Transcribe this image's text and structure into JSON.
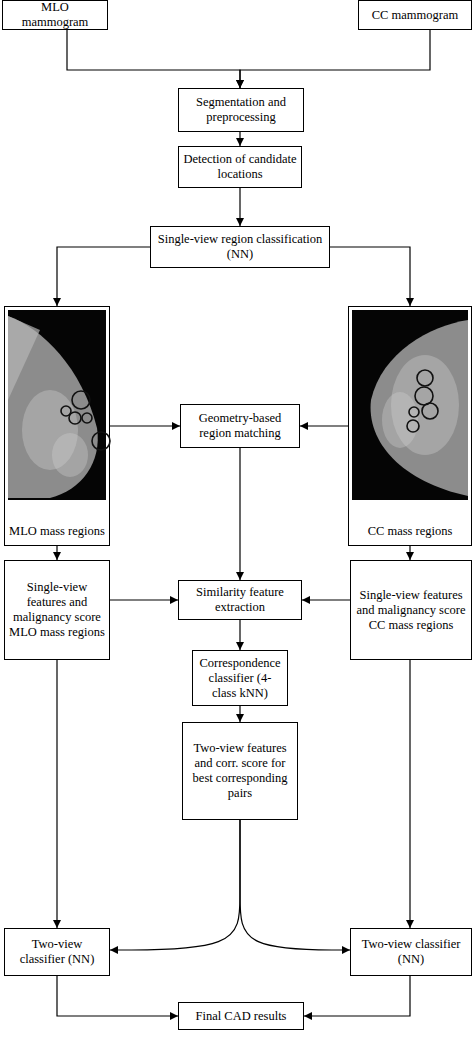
{
  "diagram": {
    "nodes": [
      {
        "text": [
          "MLO mammogram"
        ]
      },
      {
        "text": [
          "CC mammogram"
        ]
      },
      {
        "text": [
          "Segmentation and preprocessing"
        ]
      },
      {
        "text": [
          "Detection of candidate locations"
        ]
      },
      {
        "text": [
          "Single-view region classification (NN)"
        ]
      },
      {
        "text": [
          "MLO mass regions"
        ]
      },
      {
        "text": [
          "Geometry-based region matching"
        ]
      },
      {
        "text": [
          "CC mass regions"
        ]
      },
      {
        "text": [
          "Single-view features and malignancy score MLO mass regions"
        ]
      },
      {
        "text": [
          "Similarity feature extraction"
        ]
      },
      {
        "text": [
          "Single-view features and malignancy score CC mass regions"
        ]
      },
      {
        "text": [
          "Correspondence classifier (4-class kNN)"
        ]
      },
      {
        "text": [
          "Two-view features and corr. score for best corresponding pairs"
        ]
      },
      {
        "text": [
          "Two-view classifier (NN)"
        ]
      },
      {
        "text": [
          "Two-view classifier (NN)"
        ]
      },
      {
        "text": [
          "Final CAD results"
        ]
      }
    ],
    "edges": [
      {
        "from": 0,
        "to": 2,
        "arrow": "to"
      },
      {
        "from": 1,
        "to": 2,
        "arrow": "to"
      },
      {
        "from": 2,
        "to": 3,
        "arrow": "to"
      },
      {
        "from": 3,
        "to": 4,
        "arrow": "to"
      },
      {
        "from": 4,
        "to": 5,
        "arrow": "to"
      },
      {
        "from": 4,
        "to": 7,
        "arrow": "to"
      },
      {
        "from": 5,
        "to": 6,
        "arrow": "to"
      },
      {
        "from": 7,
        "to": 6,
        "arrow": "to"
      },
      {
        "from": 6,
        "to": 9,
        "arrow": "to"
      },
      {
        "from": 5,
        "to": 8,
        "arrow": "to"
      },
      {
        "from": 7,
        "to": 10,
        "arrow": "to"
      },
      {
        "from": 8,
        "to": 9,
        "arrow": "to"
      },
      {
        "from": 10,
        "to": 9,
        "arrow": "to"
      },
      {
        "from": 9,
        "to": 11,
        "arrow": "to"
      },
      {
        "from": 11,
        "to": 12,
        "arrow": "to"
      },
      {
        "from": 12,
        "to": 13,
        "arrow": "to"
      },
      {
        "from": 12,
        "to": 14,
        "arrow": "to"
      },
      {
        "from": 8,
        "to": 13,
        "arrow": "to"
      },
      {
        "from": 10,
        "to": 14,
        "arrow": "to"
      },
      {
        "from": 13,
        "to": 15,
        "arrow": "to"
      },
      {
        "from": 14,
        "to": 15,
        "arrow": "to"
      }
    ]
  }
}
